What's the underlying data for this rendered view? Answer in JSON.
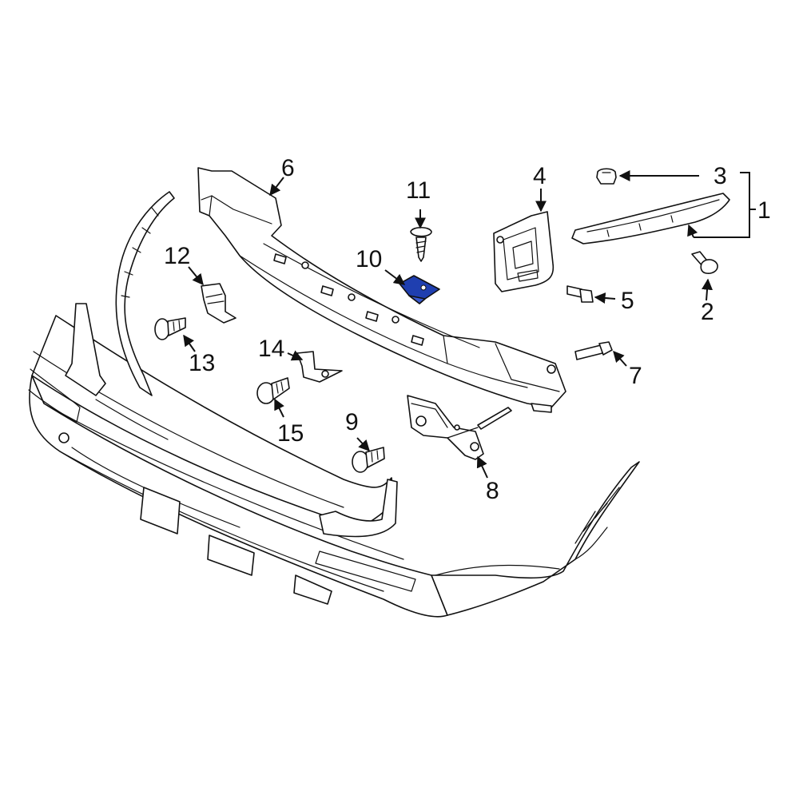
{
  "diagram": {
    "highlight_color": "#1f3fb0",
    "line_color": "#111111",
    "background_color": "#ffffff",
    "highlighted_part": "10",
    "callouts": [
      {
        "id": "c1",
        "label": "1"
      },
      {
        "id": "c2",
        "label": "2"
      },
      {
        "id": "c3",
        "label": "3"
      },
      {
        "id": "c4",
        "label": "4"
      },
      {
        "id": "c5",
        "label": "5"
      },
      {
        "id": "c6",
        "label": "6"
      },
      {
        "id": "c7",
        "label": "7"
      },
      {
        "id": "c8",
        "label": "8"
      },
      {
        "id": "c9",
        "label": "9"
      },
      {
        "id": "c10",
        "label": "10"
      },
      {
        "id": "c11",
        "label": "11"
      },
      {
        "id": "c12",
        "label": "12"
      },
      {
        "id": "c13",
        "label": "13"
      },
      {
        "id": "c14",
        "label": "14"
      },
      {
        "id": "c15",
        "label": "15"
      }
    ]
  }
}
